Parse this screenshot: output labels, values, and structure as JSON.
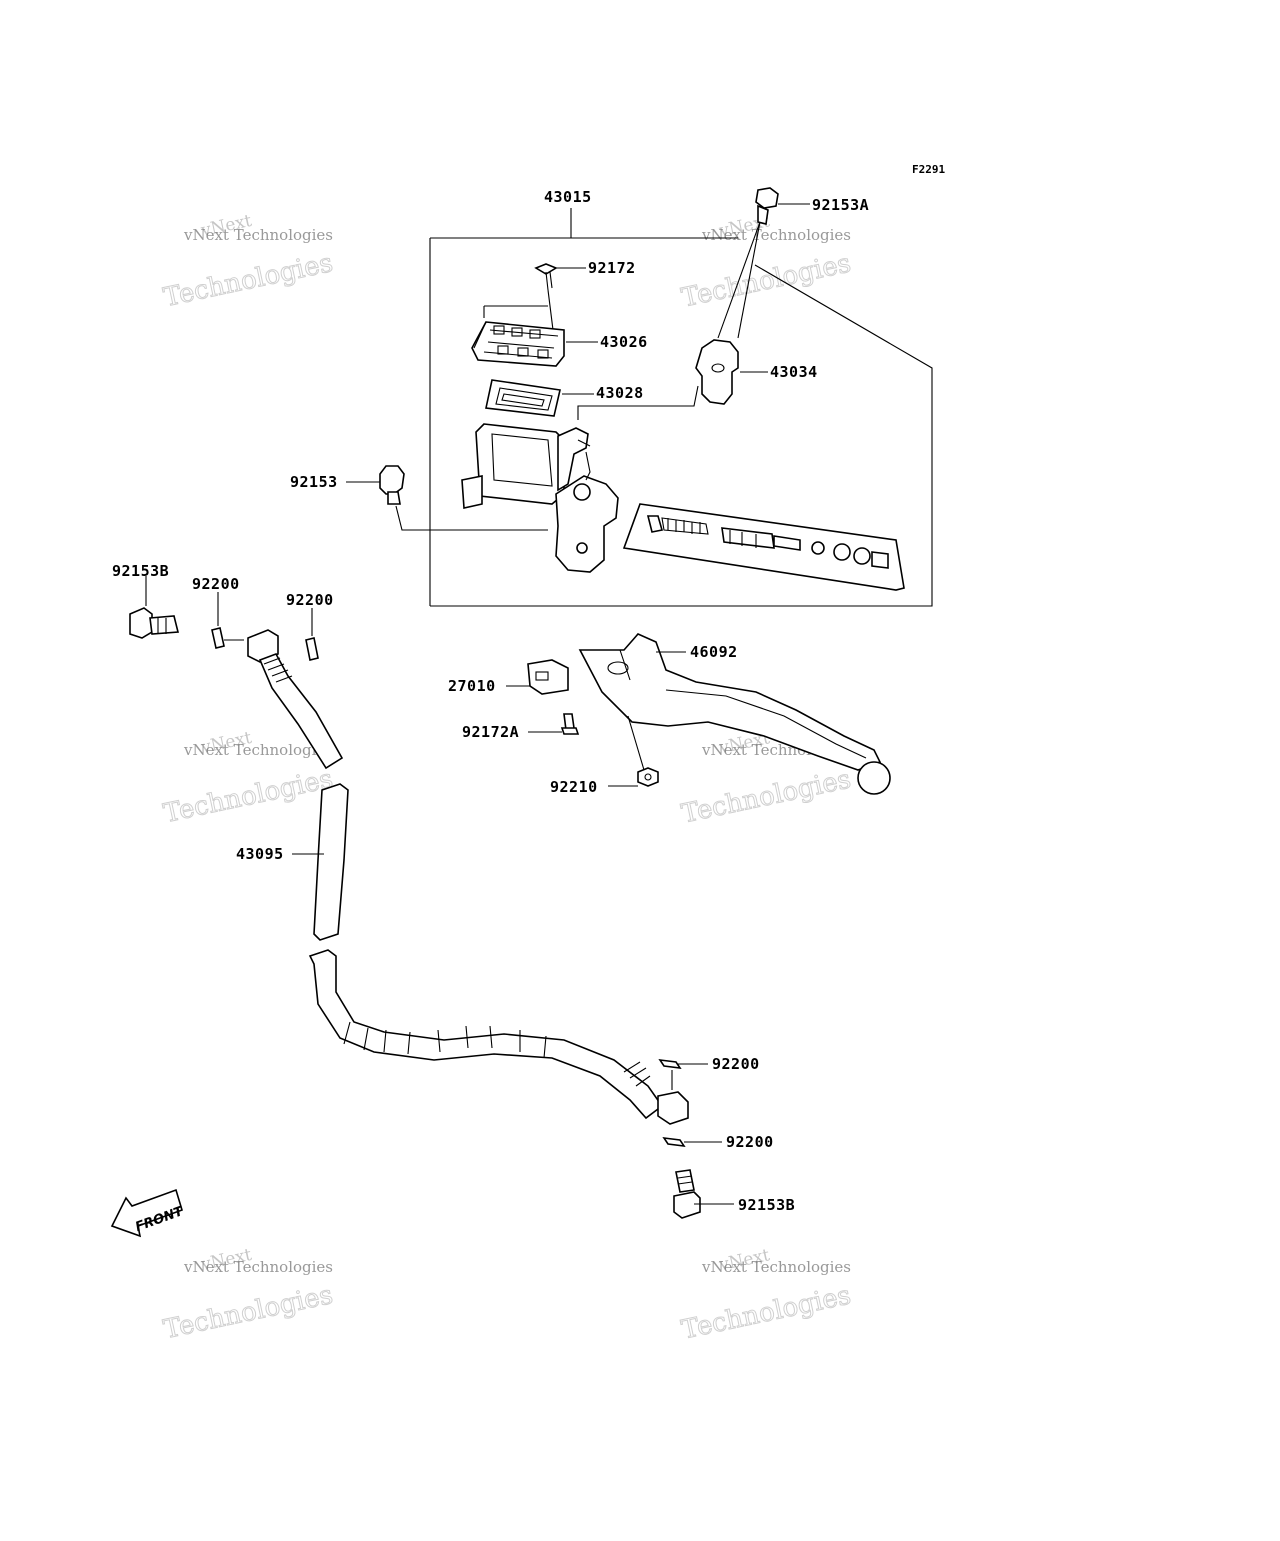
{
  "figure_code": "F2291",
  "watermark": {
    "line_small": "vNext",
    "line_mid": "vNext Technologies",
    "line_big": "Technologies"
  },
  "front_marker": "FRONT",
  "callouts": [
    {
      "id": "c-43015",
      "text": "43015"
    },
    {
      "id": "c-92153A",
      "text": "92153A"
    },
    {
      "id": "c-92172",
      "text": "92172"
    },
    {
      "id": "c-43026",
      "text": "43026"
    },
    {
      "id": "c-43034",
      "text": "43034"
    },
    {
      "id": "c-43028",
      "text": "43028"
    },
    {
      "id": "c-92153",
      "text": "92153"
    },
    {
      "id": "c-92153B-top",
      "text": "92153B"
    },
    {
      "id": "c-92200-a",
      "text": "92200"
    },
    {
      "id": "c-92200-b",
      "text": "92200"
    },
    {
      "id": "c-46092",
      "text": "46092"
    },
    {
      "id": "c-27010",
      "text": "27010"
    },
    {
      "id": "c-92172A",
      "text": "92172A"
    },
    {
      "id": "c-92210",
      "text": "92210"
    },
    {
      "id": "c-43095",
      "text": "43095"
    },
    {
      "id": "c-92200-c",
      "text": "92200"
    },
    {
      "id": "c-92200-d",
      "text": "92200"
    },
    {
      "id": "c-92153B-bot",
      "text": "92153B"
    }
  ]
}
